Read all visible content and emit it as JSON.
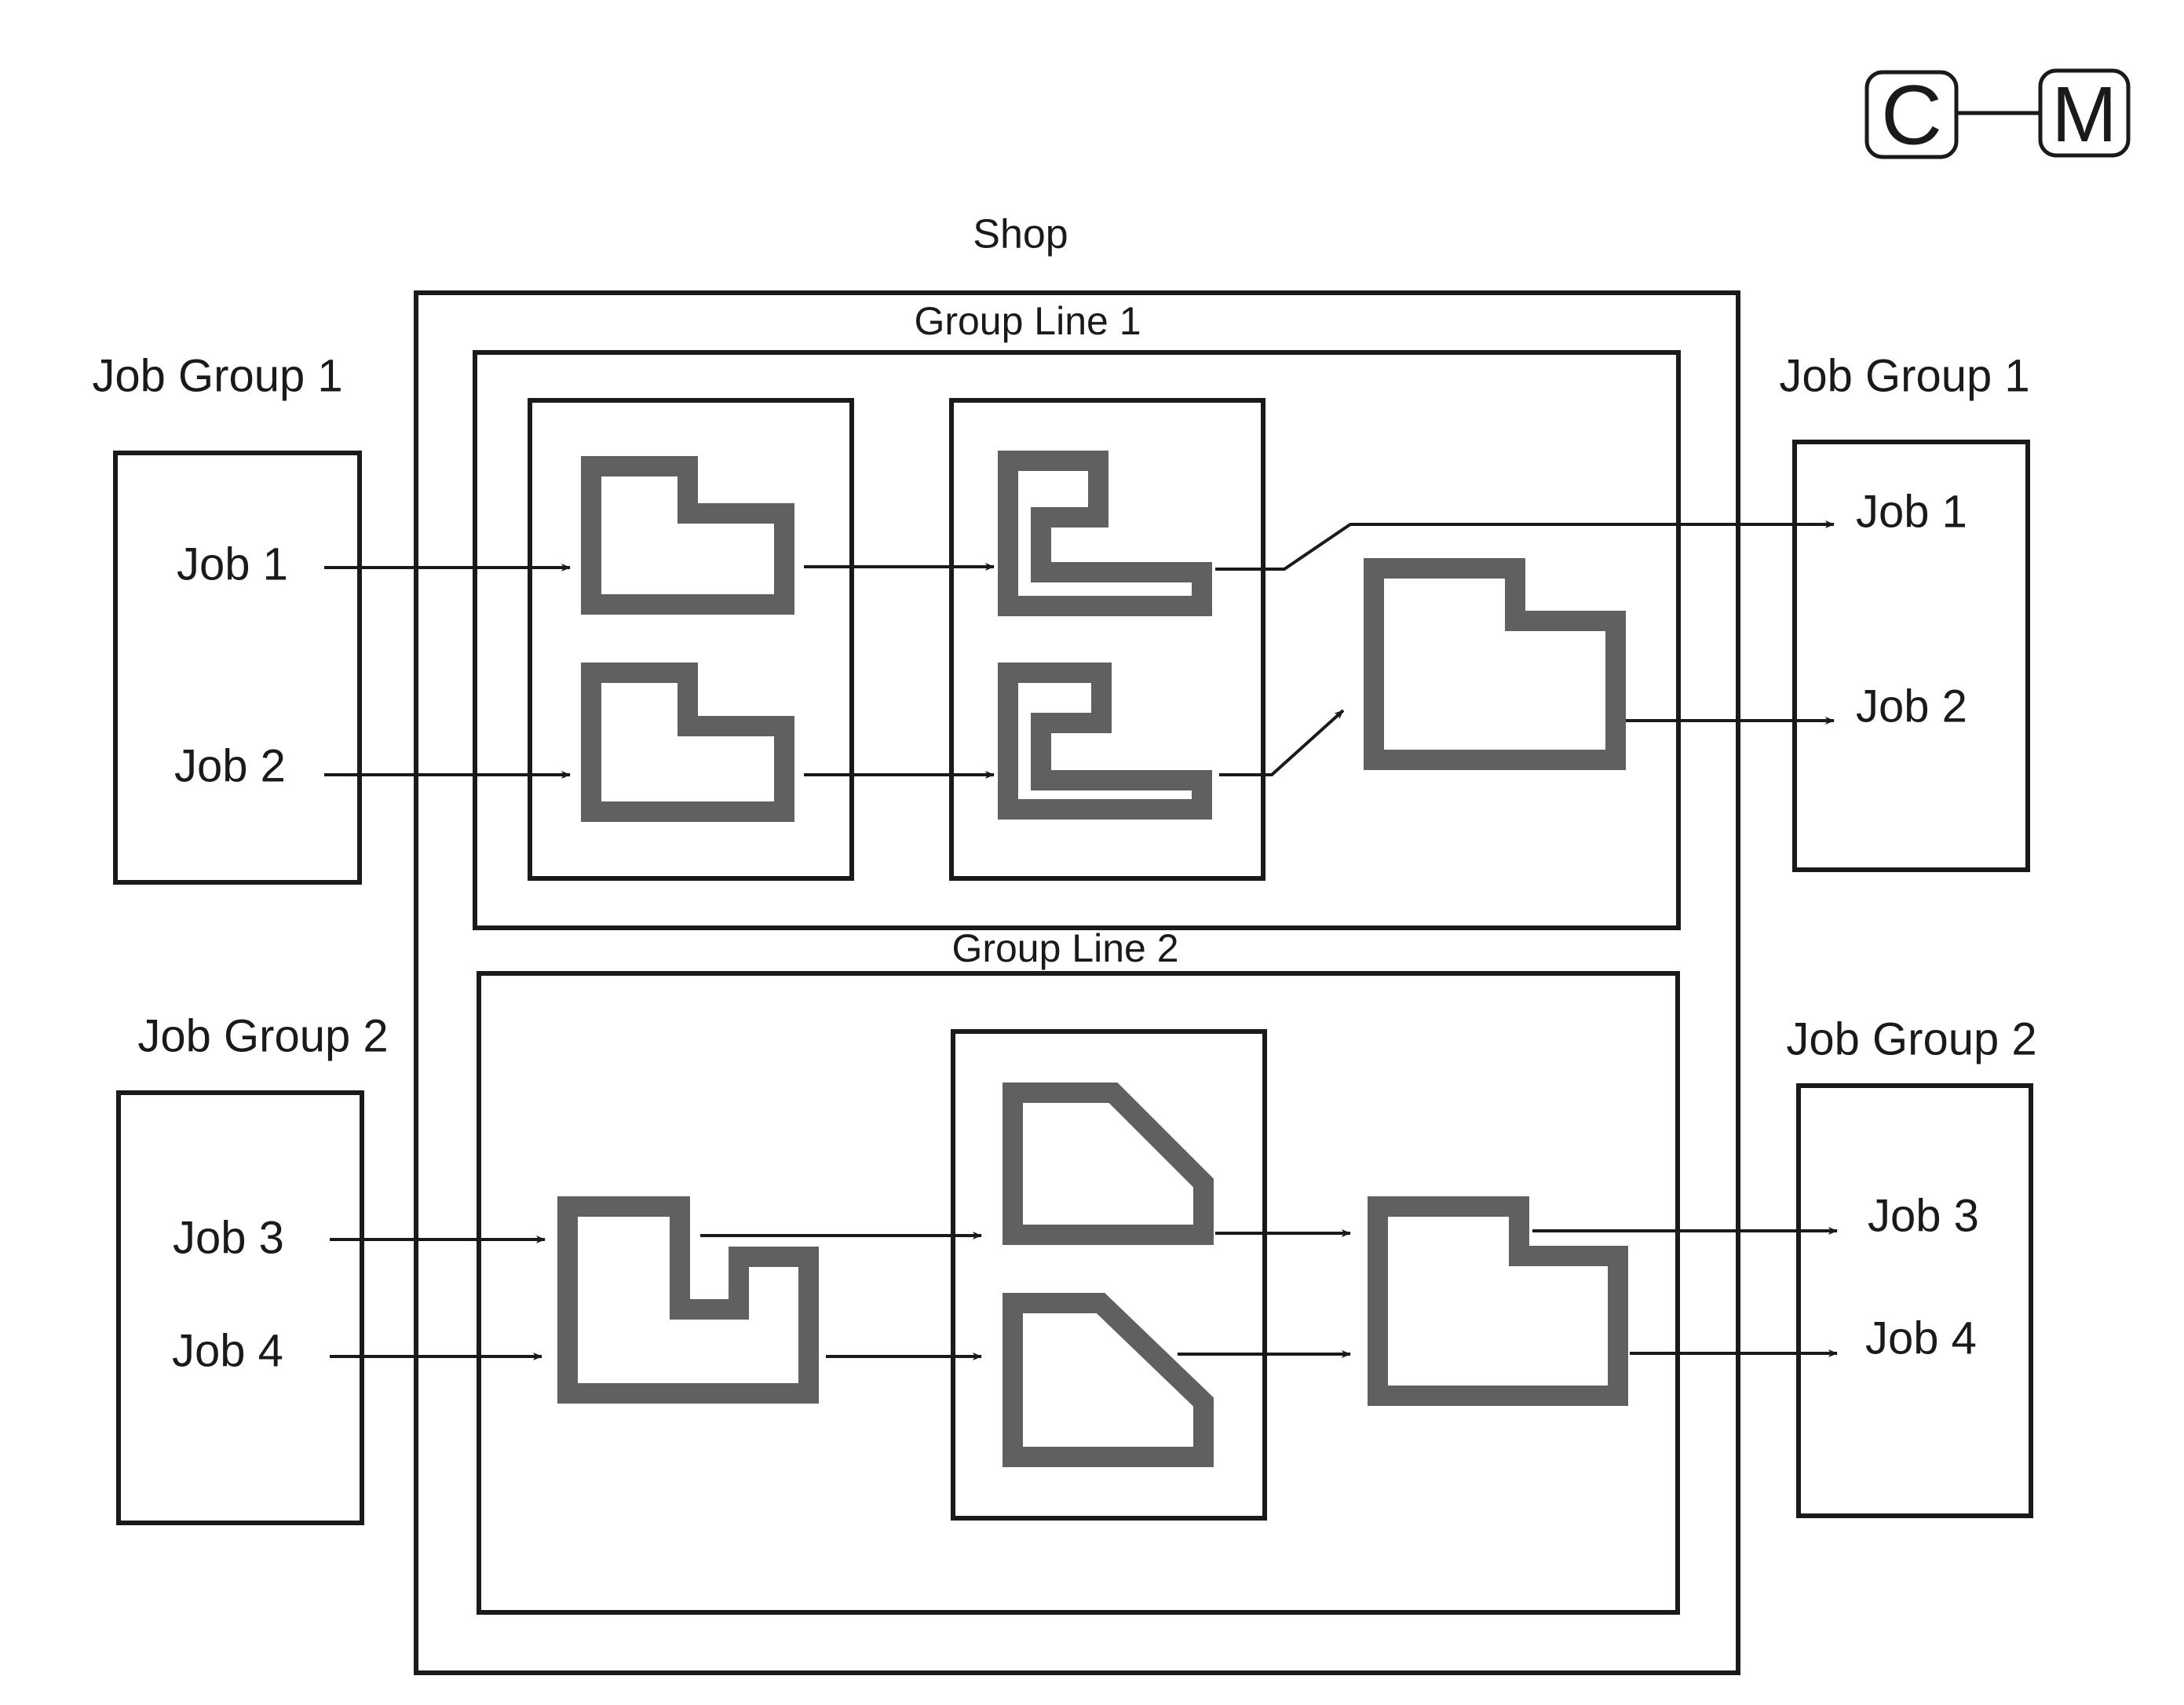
{
  "logo": {
    "left_letter": "C",
    "right_letter": "M"
  },
  "shop": {
    "title": "Shop"
  },
  "group_lines": [
    {
      "label": "Group Line 1"
    },
    {
      "label": "Group Line 2"
    }
  ],
  "input_groups": [
    {
      "title": "Job Group 1",
      "jobs": [
        "Job 1",
        "Job 2"
      ]
    },
    {
      "title": "Job Group 2",
      "jobs": [
        "Job 3",
        "Job 4"
      ]
    }
  ],
  "output_groups": [
    {
      "title": "Job Group 1",
      "jobs": [
        "Job 1",
        "Job 2"
      ]
    },
    {
      "title": "Job Group 2",
      "jobs": [
        "Job 3",
        "Job 4"
      ]
    }
  ],
  "colors": {
    "line": "#1a1a1a",
    "machine_fill": "#606060",
    "background": "#ffffff"
  }
}
